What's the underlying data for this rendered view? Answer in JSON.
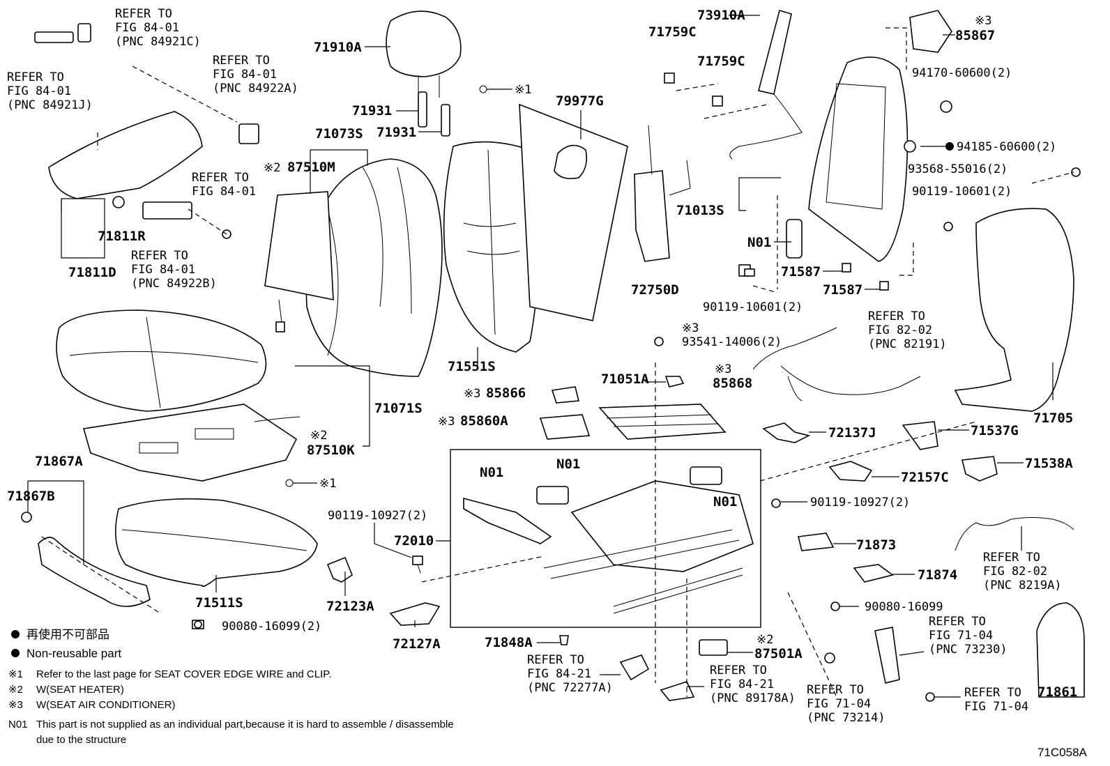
{
  "labels": {
    "p71910A": "71910A",
    "p71931a": "71931",
    "p71931b": "71931",
    "p71073S": "71073S",
    "p87510M": "87510M",
    "p87510M_mark": "※2",
    "p79977G": "79977G",
    "p71551S": "71551S",
    "p71811R": "71811R",
    "p71811D": "71811D",
    "p71071S": "71071S",
    "p87510K": "87510K",
    "p87510K_mark": "※2",
    "p71867A": "71867A",
    "p71867B": "71867B",
    "p71511S": "71511S",
    "p90080_16099_2": "90080-16099(2)",
    "p72123A": "72123A",
    "p72127A": "72127A",
    "p90119_10927_2a": "90119-10927(2)",
    "p72010": "72010",
    "p71848A": "71848A",
    "p85866": "85866",
    "p85866_mark": "※3",
    "p85860A": "85860A",
    "p85860A_mark": "※3",
    "p71051A": "71051A",
    "p85868": "85868",
    "p85868_mark": "※3",
    "p93541": "93541-14006(2)",
    "p93541_mark": "※3",
    "p72750D": "72750D",
    "p71759C_a": "71759C",
    "p71759C_b": "71759C",
    "p73910A": "73910A",
    "p71013S": "71013S",
    "pN01_motor": "N01",
    "p71587a": "71587",
    "p71587b": "71587",
    "p90119_10601_2a": "90119-10601(2)",
    "p85867": "85867",
    "p85867_mark": "※3",
    "p94170": "94170-60600(2)",
    "p94185": "94185-60600(2)",
    "p93568": "93568-55016(2)",
    "p90119_10601_2b": "90119-10601(2)",
    "p71705": "71705",
    "p72137J": "72137J",
    "p71537G": "71537G",
    "p72157C": "72157C",
    "p71538A": "71538A",
    "p90119_10927_2b": "90119-10927(2)",
    "p71873": "71873",
    "p71874": "71874",
    "p90080_16099": "90080-16099",
    "p87501A": "87501A",
    "p87501A_mark": "※2",
    "p71861": "71861",
    "pN01_a": "N01",
    "pN01_b": "N01",
    "pN01_c": "N01",
    "note_x1_a": "※1",
    "note_x1_b": "※1"
  },
  "refers": {
    "r84921C": [
      "REFER TO",
      "FIG 84-01",
      "(PNC 84921C)"
    ],
    "r84921J": [
      "REFER TO",
      "FIG 84-01",
      "(PNC 84921J)"
    ],
    "r84922A": [
      "REFER TO",
      "FIG 84-01",
      "(PNC 84922A)"
    ],
    "r8401": [
      "REFER TO",
      "FIG 84-01"
    ],
    "r84922B": [
      "REFER TO",
      "FIG 84-01",
      "(PNC 84922B)"
    ],
    "r82191": [
      "REFER TO",
      "FIG 82-02",
      "(PNC 82191)"
    ],
    "r8219A": [
      "REFER TO",
      "FIG 82-02",
      "(PNC 8219A)"
    ],
    "r73230": [
      "REFER TO",
      "FIG 71-04",
      "(PNC 73230)"
    ],
    "r7104": [
      "REFER TO",
      "FIG 71-04"
    ],
    "r73214": [
      "REFER TO",
      "FIG 71-04",
      "(PNC 73214)"
    ],
    "r72277A": [
      "REFER TO",
      "FIG 84-21",
      "(PNC 72277A)"
    ],
    "r89178A": [
      "REFER TO",
      "FIG 84-21",
      "(PNC 89178A)"
    ]
  },
  "legend": {
    "nonreusable_jp": "再使用不可部品",
    "nonreusable_en": "Non-reusable part",
    "x1_mark": "※1",
    "x1_text": "Refer to the last page for SEAT COVER EDGE WIRE and CLIP.",
    "x2_mark": "※2",
    "x2_text": "W(SEAT HEATER)",
    "x3_mark": "※3",
    "x3_text": "W(SEAT AIR CONDITIONER)",
    "n01_mark": "N01",
    "n01_text_1": "This part is not supplied as an individual part,because it is hard to assemble / disassemble",
    "n01_text_2": "due to the structure"
  },
  "figure_code": "71C058A"
}
